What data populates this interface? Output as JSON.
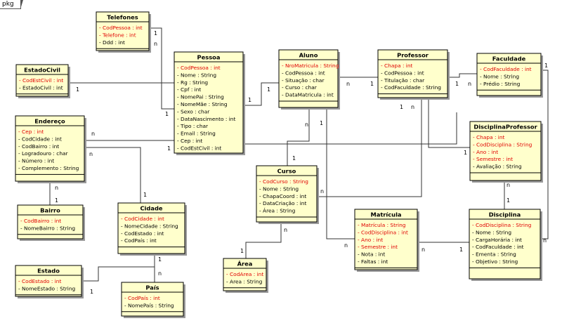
{
  "package_label": "pkg",
  "colors": {
    "box_fill": "#FFFFCC",
    "border": "#000000",
    "key_attr": "#E00000",
    "line": "#333333",
    "shadow": "#9A9A9A"
  },
  "classes": [
    {
      "id": "telefones",
      "name": "Telefones",
      "attrs": [
        {
          "t": "- CodPessoa : int",
          "k": true
        },
        {
          "t": "- Telefone : int",
          "k": true
        },
        {
          "t": "- Ddd : int",
          "k": false
        }
      ]
    },
    {
      "id": "pessoa",
      "name": "Pessoa",
      "attrs": [
        {
          "t": "- CodPessoa : int",
          "k": true
        },
        {
          "t": "- Nome : String",
          "k": false
        },
        {
          "t": "- Rg : String",
          "k": false
        },
        {
          "t": "- Cpf : int",
          "k": false
        },
        {
          "t": "- NomePai : String",
          "k": false
        },
        {
          "t": "- NomeMãe : String",
          "k": false
        },
        {
          "t": "- Sexo : char",
          "k": false
        },
        {
          "t": "- DataNascimento : int",
          "k": false
        },
        {
          "t": "- Tipo : char",
          "k": false
        },
        {
          "t": "- Email : String",
          "k": false
        },
        {
          "t": "- Cep : int",
          "k": false
        },
        {
          "t": "- CodEstCivil : int",
          "k": false
        }
      ]
    },
    {
      "id": "aluno",
      "name": "Aluno",
      "attrs": [
        {
          "t": "- NroMatricula : String",
          "k": true
        },
        {
          "t": "- CodPessoa : int",
          "k": false
        },
        {
          "t": "- Situação : char",
          "k": false
        },
        {
          "t": "- Curso : char",
          "k": false
        },
        {
          "t": "- DataMatricula : int",
          "k": false
        }
      ]
    },
    {
      "id": "professor",
      "name": "Professor",
      "attrs": [
        {
          "t": "- Chapa : int",
          "k": true
        },
        {
          "t": "- CodPessoa : int",
          "k": false
        },
        {
          "t": "- Titulação : char",
          "k": false
        },
        {
          "t": "- CodFaculdade : String",
          "k": false
        }
      ]
    },
    {
      "id": "faculdade",
      "name": "Faculdade",
      "attrs": [
        {
          "t": "- CodFaculdade : int",
          "k": true
        },
        {
          "t": "- Nome : String",
          "k": false
        },
        {
          "t": "- Prédio : String",
          "k": false
        }
      ]
    },
    {
      "id": "estadocivil",
      "name": "EstadoCivil",
      "attrs": [
        {
          "t": "- CodEstCivil : int",
          "k": true
        },
        {
          "t": "- EstadoCivil : int",
          "k": false
        }
      ]
    },
    {
      "id": "endereco",
      "name": "Endereço",
      "attrs": [
        {
          "t": "- Cep : int",
          "k": true
        },
        {
          "t": "- CodCidade : int",
          "k": false
        },
        {
          "t": "- CodBairro : int",
          "k": false
        },
        {
          "t": "- Logradouro : char",
          "k": false
        },
        {
          "t": "- Número : int",
          "k": false
        },
        {
          "t": "- Complemento : String",
          "k": false
        }
      ]
    },
    {
      "id": "disciplinaprofessor",
      "name": "DisciplinaProfessor",
      "attrs": [
        {
          "t": "- Chapa : int",
          "k": true
        },
        {
          "t": "- CodDisciplina : String",
          "k": true
        },
        {
          "t": "- Ano : int",
          "k": true
        },
        {
          "t": "- Semestre : int",
          "k": true
        },
        {
          "t": "- Avaliação : String",
          "k": false
        }
      ]
    },
    {
      "id": "curso",
      "name": "Curso",
      "attrs": [
        {
          "t": "- CodCurso : String",
          "k": true
        },
        {
          "t": "- Nome : String",
          "k": false
        },
        {
          "t": "- ChapaCoord : int",
          "k": false
        },
        {
          "t": "- DataCriação : int",
          "k": false
        },
        {
          "t": "- Área : String",
          "k": false
        }
      ]
    },
    {
      "id": "bairro",
      "name": "Bairro",
      "attrs": [
        {
          "t": "- CodBairro : int",
          "k": true
        },
        {
          "t": "- NomeBairro : String",
          "k": false
        }
      ]
    },
    {
      "id": "cidade",
      "name": "Cidade",
      "attrs": [
        {
          "t": "- CodCidade : int",
          "k": true
        },
        {
          "t": "- NomeCidade : String",
          "k": false
        },
        {
          "t": "- CodEstado : int",
          "k": false
        },
        {
          "t": "- CodPaís : int",
          "k": false
        }
      ]
    },
    {
      "id": "matricula",
      "name": "Matrícula",
      "attrs": [
        {
          "t": "- Matrícula : String",
          "k": true
        },
        {
          "t": "- CodDisciplina : int",
          "k": true
        },
        {
          "t": "- Ano : int",
          "k": true
        },
        {
          "t": "- Semestre : int",
          "k": true
        },
        {
          "t": "- Nota : int",
          "k": false
        },
        {
          "t": "- Faltas : int",
          "k": false
        }
      ]
    },
    {
      "id": "disciplina",
      "name": "Disciplina",
      "attrs": [
        {
          "t": "- CodDisciplina : String",
          "k": true
        },
        {
          "t": "- Nome : String",
          "k": false
        },
        {
          "t": "- CargaHorária : int",
          "k": false
        },
        {
          "t": "- CodFaculdade : int",
          "k": false
        },
        {
          "t": "- Ementa : String",
          "k": false
        },
        {
          "t": "- Objetivo : String",
          "k": false
        }
      ]
    },
    {
      "id": "area",
      "name": "Área",
      "attrs": [
        {
          "t": "- CodArea : int",
          "k": true
        },
        {
          "t": "- Area : String",
          "k": false
        }
      ]
    },
    {
      "id": "estado",
      "name": "Estado",
      "attrs": [
        {
          "t": "- CodEstado : int",
          "k": true
        },
        {
          "t": "- NomeEstado : String",
          "k": false
        }
      ]
    },
    {
      "id": "pais",
      "name": "País",
      "attrs": [
        {
          "t": "- CodPaís : int",
          "k": true
        },
        {
          "t": "- NomePaís : String",
          "k": false
        }
      ]
    }
  ],
  "associations": [
    {
      "from": "telefones",
      "to": "pessoa",
      "m1": "1",
      "m2": "n"
    },
    {
      "from": "estadocivil",
      "to": "pessoa",
      "m1": "1",
      "m2": "1"
    },
    {
      "from": "pessoa",
      "to": "aluno",
      "m1": "1",
      "m2": "1"
    },
    {
      "from": "aluno",
      "to": "professor",
      "m1": "n",
      "m2": "1"
    },
    {
      "from": "professor",
      "to": "faculdade",
      "m1": "1",
      "m2": "n"
    },
    {
      "from": "endereco",
      "to": "pessoa",
      "m1": "n",
      "m2": "1"
    },
    {
      "from": "endereco",
      "to": "bairro",
      "m1": "n",
      "m2": "1"
    },
    {
      "from": "endereco",
      "to": "cidade",
      "m1": "n",
      "m2": "1"
    },
    {
      "from": "cidade",
      "to": "estado",
      "m1": "1",
      "m2": "1"
    },
    {
      "from": "cidade",
      "to": "pais",
      "m1": "n",
      "m2": "1"
    },
    {
      "from": "aluno",
      "to": "curso",
      "m1": "n",
      "m2": "1"
    },
    {
      "from": "professor",
      "to": "curso",
      "m1": "1",
      "m2": "n"
    },
    {
      "from": "curso",
      "to": "area",
      "m1": "n",
      "m2": "1"
    },
    {
      "from": "aluno",
      "to": "matricula",
      "m1": "1",
      "m2": "n"
    },
    {
      "from": "matricula",
      "to": "disciplina",
      "m1": "n",
      "m2": "1"
    },
    {
      "from": "professor",
      "to": "disciplinaprofessor",
      "m1": "1",
      "m2": "n"
    },
    {
      "from": "disciplinaprofessor",
      "to": "disciplina",
      "m1": "n",
      "m2": "1"
    },
    {
      "from": "faculdade",
      "to": "disciplina",
      "m1": "1",
      "m2": "n"
    }
  ]
}
